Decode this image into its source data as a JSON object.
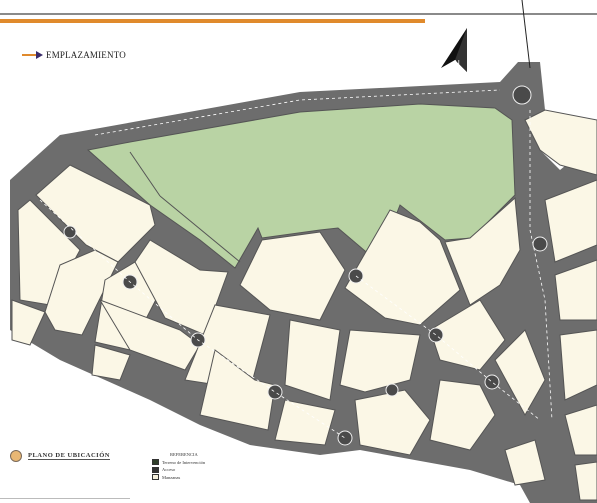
{
  "header": {
    "title": "EMPLAZAMIENTO"
  },
  "location_plan": {
    "label": "PLANO DE UBICACIÓN"
  },
  "legend": {
    "title": "REFERENCIA",
    "items": [
      {
        "label": "Terreno de Intervención",
        "color": "#2f3e2a"
      },
      {
        "label": "Acceso",
        "color": "#333333"
      },
      {
        "label": "Manzanas",
        "color": "#f5f0dc"
      }
    ]
  },
  "colors": {
    "accent": "#e08a2c",
    "park_green": "#b9d3a4",
    "block_fill": "#fbf7e6",
    "road_gray": "#6d6d6d",
    "background": "#ffffff"
  },
  "icons": {
    "north": "north-arrow-icon",
    "title_arrow": "arrow-right-icon",
    "location_marker": "location-dot-icon"
  }
}
